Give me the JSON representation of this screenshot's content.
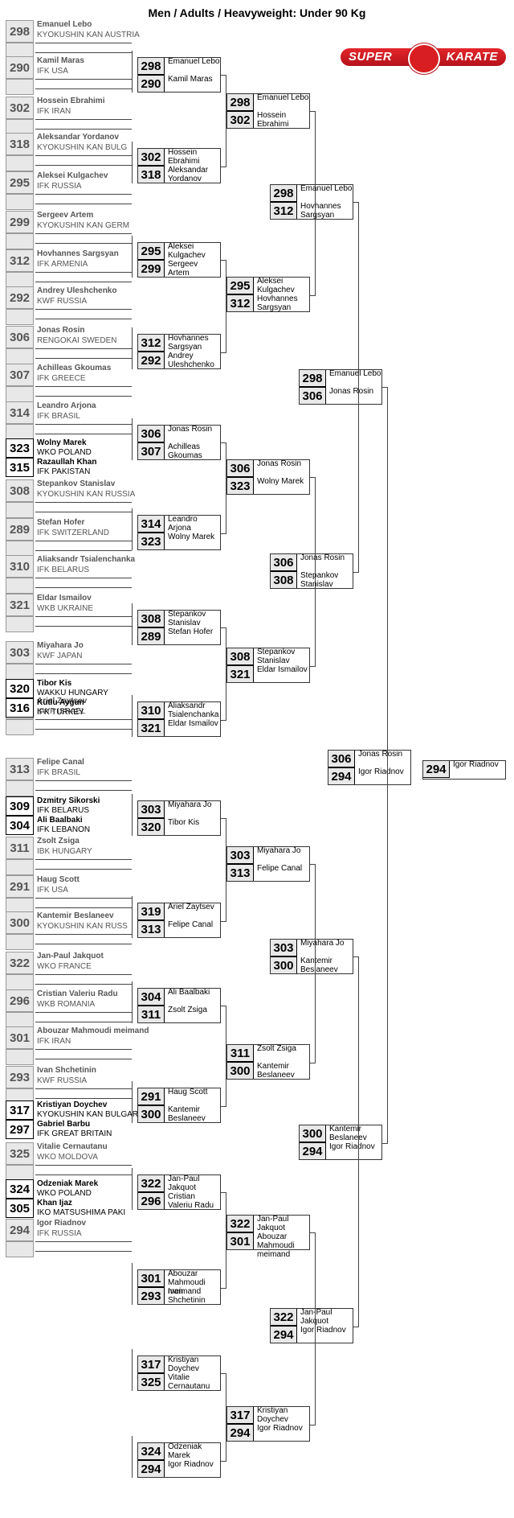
{
  "title": "Men / Adults / Heavyweight: Under 90 Kg",
  "logo": {
    "left": "SUPER",
    "right": "KARATE",
    "icon": "fist-icon"
  },
  "round1": [
    {
      "seed": "298",
      "name": "Emanuel Lebo",
      "club": "KYOKUSHIN KAN AUSTRIA"
    },
    {
      "seed": "290",
      "name": "Kamil Maras",
      "club": "IFK USA"
    },
    {
      "seed": "302",
      "name": "Hossein Ebrahimi",
      "club": "IFK IRAN"
    },
    {
      "seed": "318",
      "name": "Aleksandar Yordanov",
      "club": "KYOKUSHIN KAN BULG"
    },
    {
      "seed": "295",
      "name": "Aleksei Kulgachev",
      "club": "IFK RUSSIA"
    },
    {
      "seed": "299",
      "name": "Sergeev Artem",
      "club": "KYOKUSHIN KAN GERM"
    },
    {
      "seed": "312",
      "name": "Hovhannes Sargsyan",
      "club": "IFK ARMENIA"
    },
    {
      "seed": "292",
      "name": "Andrey Uleshchenko",
      "club": "KWF RUSSIA"
    },
    {
      "seed": "306",
      "name": "Jonas Rosin",
      "club": "RENGOKAI SWEDEN"
    },
    {
      "seed": "307",
      "name": "Achilleas Gkoumas",
      "club": "IFK GREECE"
    },
    {
      "seed": "314",
      "name": "Leandro Arjona",
      "club": "IFK BRASIL"
    },
    {
      "seed": "308",
      "name": "Stepankov Stanislav",
      "club": "KYOKUSHIN KAN RUSSIA"
    },
    {
      "seed": "289",
      "name": "Stefan Hofer",
      "club": "IFK SWITZERLAND"
    },
    {
      "seed": "310",
      "name": "Aliaksandr Tsialenchanka",
      "club": "IFK BELARUS"
    },
    {
      "seed": "321",
      "name": "Eldar Ismailov",
      "club": "WKB UKRAINE"
    },
    {
      "seed": "303",
      "name": "Miyahara Jo",
      "club": "KWF JAPAN"
    },
    {
      "seed": "319",
      "name": "Ariel Zaytsev",
      "club": "KWF ISRAEL"
    },
    {
      "seed": "313",
      "name": "Felipe Canal",
      "club": "IFK BRASIL"
    },
    {
      "seed": "311",
      "name": "Zsolt Zsiga",
      "club": "IBK HUNGARY"
    },
    {
      "seed": "291",
      "name": "Haug Scott",
      "club": "IFK USA"
    },
    {
      "seed": "300",
      "name": "Kantemir Beslaneev",
      "club": "KYOKUSHIN KAN RUSS"
    },
    {
      "seed": "322",
      "name": "Jan-Paul Jakquot",
      "club": "WKO FRANCE"
    },
    {
      "seed": "296",
      "name": "Cristian Valeriu Radu",
      "club": "WKB ROMANIA"
    },
    {
      "seed": "301",
      "name": "Abouzar Mahmoudi meimand",
      "club": "IFK IRAN"
    },
    {
      "seed": "293",
      "name": "Ivan Shchetinin",
      "club": "KWF RUSSIA"
    },
    {
      "seed": "325",
      "name": "Vitalie Cernautanu",
      "club": "WKO MOLDOVA"
    },
    {
      "seed": "294",
      "name": "Igor Riadnov",
      "club": "IFK RUSSIA"
    }
  ],
  "prelims": [
    {
      "a": {
        "seed": "323",
        "name": "Wolny Marek",
        "club": "WKO POLAND"
      },
      "b": {
        "seed": "315",
        "name": "Razaullah Khan",
        "club": "IFK PAKISTAN"
      }
    },
    {
      "a": {
        "seed": "320",
        "name": "Tibor Kis",
        "club": "WAKKU HUNGARY"
      },
      "b": {
        "seed": "316",
        "name": "Kutlu Aygun",
        "club": "IFK TURKEY"
      }
    },
    {
      "a": {
        "seed": "309",
        "name": "Dzmitry Sikorski",
        "club": "IFK BELARUS"
      },
      "b": {
        "seed": "304",
        "name": "Ali Baalbaki",
        "club": "IFK LEBANON"
      }
    },
    {
      "a": {
        "seed": "317",
        "name": "Kristiyan Doychev",
        "club": "KYOKUSHIN KAN BULGARIA"
      },
      "b": {
        "seed": "297",
        "name": "Gabriel Barbu",
        "club": "IFK GREAT BRITAIN"
      }
    },
    {
      "a": {
        "seed": "324",
        "name": "Odzeniak Marek",
        "club": "WKO POLAND"
      },
      "b": {
        "seed": "305",
        "name": "Khan Ijaz",
        "club": "IKO MATSUSHIMA PAKI"
      }
    }
  ],
  "round2": [
    {
      "a": {
        "seed": "298",
        "name": "Emanuel Lebo"
      },
      "b": {
        "seed": "290",
        "name": "Kamil Maras"
      }
    },
    {
      "a": {
        "seed": "302",
        "name": "Hossein Ebrahimi"
      },
      "b": {
        "seed": "318",
        "name": "Aleksandar Yordanov"
      }
    },
    {
      "a": {
        "seed": "295",
        "name": "Aleksei Kulgachev"
      },
      "b": {
        "seed": "299",
        "name": "Sergeev Artem"
      }
    },
    {
      "a": {
        "seed": "312",
        "name": "Hovhannes Sargsyan"
      },
      "b": {
        "seed": "292",
        "name": "Andrey Uleshchenko"
      }
    },
    {
      "a": {
        "seed": "306",
        "name": "Jonas Rosin"
      },
      "b": {
        "seed": "307",
        "name": "Achilleas Gkoumas"
      }
    },
    {
      "a": {
        "seed": "314",
        "name": "Leandro Arjona"
      },
      "b": {
        "seed": "323",
        "name": "Wolny Marek"
      }
    },
    {
      "a": {
        "seed": "308",
        "name": "Stepankov Stanislav"
      },
      "b": {
        "seed": "289",
        "name": "Stefan Hofer"
      }
    },
    {
      "a": {
        "seed": "310",
        "name": "Aliaksandr Tsialenchanka"
      },
      "b": {
        "seed": "321",
        "name": "Eldar Ismailov"
      }
    },
    {
      "a": {
        "seed": "303",
        "name": "Miyahara Jo"
      },
      "b": {
        "seed": "320",
        "name": "Tibor Kis"
      }
    },
    {
      "a": {
        "seed": "319",
        "name": "Ariel Zaytsev"
      },
      "b": {
        "seed": "313",
        "name": "Felipe Canal"
      }
    },
    {
      "a": {
        "seed": "304",
        "name": "Ali Baalbaki"
      },
      "b": {
        "seed": "311",
        "name": "Zsolt Zsiga"
      }
    },
    {
      "a": {
        "seed": "291",
        "name": "Haug Scott"
      },
      "b": {
        "seed": "300",
        "name": "Kantemir Beslaneev"
      }
    },
    {
      "a": {
        "seed": "322",
        "name": "Jan-Paul Jakquot"
      },
      "b": {
        "seed": "296",
        "name": "Cristian Valeriu Radu"
      }
    },
    {
      "a": {
        "seed": "301",
        "name": "Abouzar Mahmoudi meimand"
      },
      "b": {
        "seed": "293",
        "name": "Ivan Shchetinin"
      }
    },
    {
      "a": {
        "seed": "317",
        "name": "Kristiyan Doychev"
      },
      "b": {
        "seed": "325",
        "name": "Vitalie Cernautanu"
      }
    },
    {
      "a": {
        "seed": "324",
        "name": "Odzeniak Marek"
      },
      "b": {
        "seed": "294",
        "name": "Igor Riadnov"
      }
    }
  ],
  "round3": [
    {
      "a": {
        "seed": "298",
        "name": "Emanuel Lebo"
      },
      "b": {
        "seed": "302",
        "name": "Hossein Ebrahimi"
      }
    },
    {
      "a": {
        "seed": "295",
        "name": "Aleksei Kulgachev"
      },
      "b": {
        "seed": "312",
        "name": "Hovhannes Sargsyan"
      }
    },
    {
      "a": {
        "seed": "306",
        "name": "Jonas Rosin"
      },
      "b": {
        "seed": "323",
        "name": "Wolny Marek"
      }
    },
    {
      "a": {
        "seed": "308",
        "name": "Stepankov Stanislav"
      },
      "b": {
        "seed": "321",
        "name": "Eldar Ismailov"
      }
    },
    {
      "a": {
        "seed": "303",
        "name": "Miyahara Jo"
      },
      "b": {
        "seed": "313",
        "name": "Felipe Canal"
      }
    },
    {
      "a": {
        "seed": "311",
        "name": "Zsolt Zsiga"
      },
      "b": {
        "seed": "300",
        "name": "Kantemir Beslaneev"
      }
    },
    {
      "a": {
        "seed": "322",
        "name": "Jan-Paul Jakquot"
      },
      "b": {
        "seed": "301",
        "name": "Abouzar Mahmoudi meimand"
      }
    },
    {
      "a": {
        "seed": "317",
        "name": "Kristiyan Doychev"
      },
      "b": {
        "seed": "294",
        "name": "Igor Riadnov"
      }
    }
  ],
  "round4": [
    {
      "a": {
        "seed": "298",
        "name": "Emanuel Lebo"
      },
      "b": {
        "seed": "312",
        "name": "Hovhannes Sargsyan"
      }
    },
    {
      "a": {
        "seed": "306",
        "name": "Jonas Rosin"
      },
      "b": {
        "seed": "308",
        "name": "Stepankov Stanislav"
      }
    },
    {
      "a": {
        "seed": "303",
        "name": "Miyahara Jo"
      },
      "b": {
        "seed": "300",
        "name": "Kantemir Beslaneev"
      }
    },
    {
      "a": {
        "seed": "322",
        "name": "Jan-Paul Jakquot"
      },
      "b": {
        "seed": "294",
        "name": "Igor Riadnov"
      }
    }
  ],
  "round5": [
    {
      "a": {
        "seed": "298",
        "name": "Emanuel Lebo"
      },
      "b": {
        "seed": "306",
        "name": "Jonas Rosin"
      }
    },
    {
      "a": {
        "seed": "300",
        "name": "Kantemir Beslaneev"
      },
      "b": {
        "seed": "294",
        "name": "Igor Riadnov"
      }
    }
  ],
  "final": {
    "a": {
      "seed": "306",
      "name": "Jonas Rosin"
    },
    "b": {
      "seed": "294",
      "name": "Igor Riadnov"
    }
  },
  "winner": {
    "seed": "294",
    "name": "Igor Riadnov"
  }
}
